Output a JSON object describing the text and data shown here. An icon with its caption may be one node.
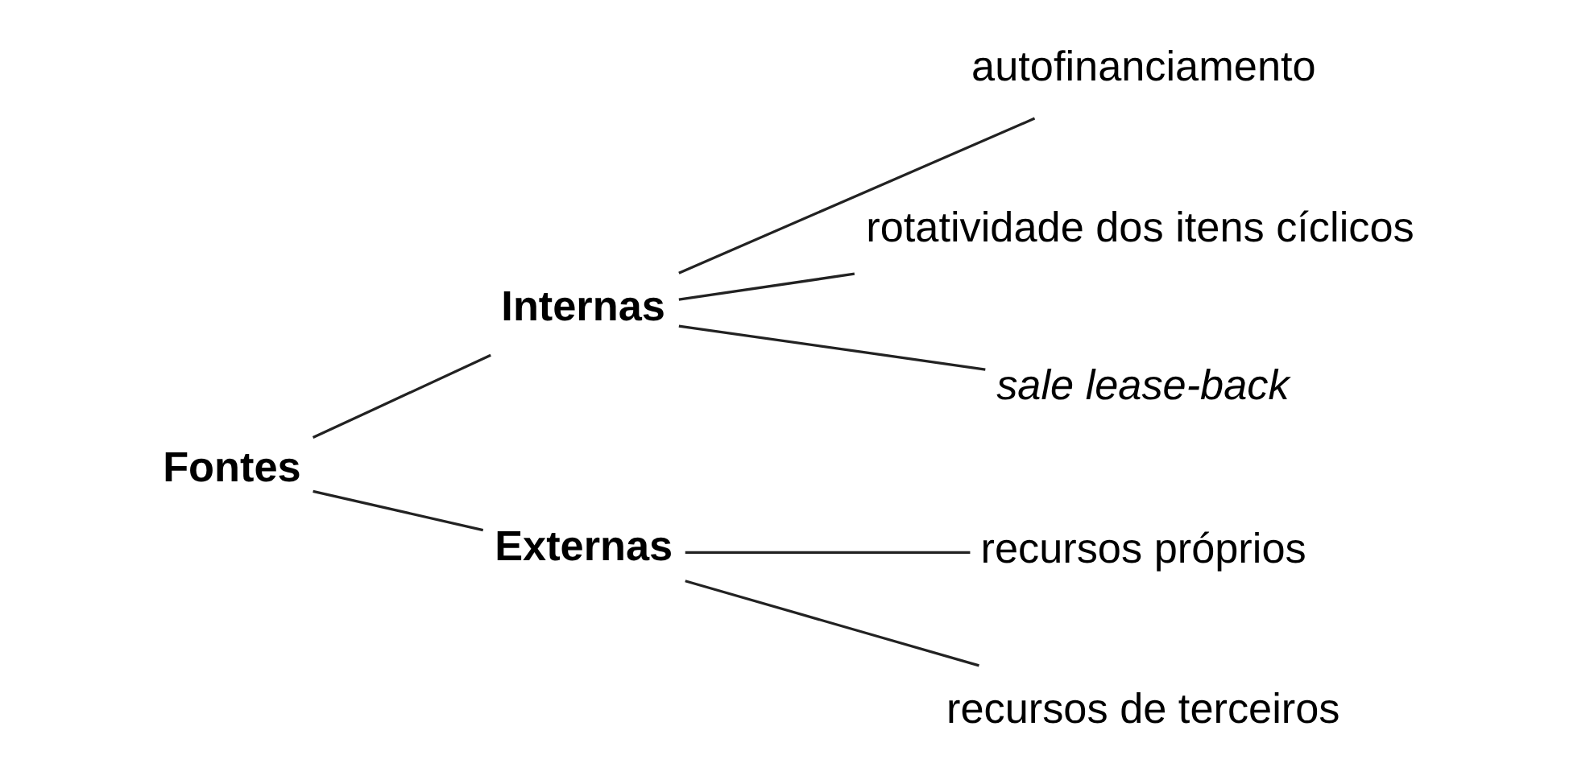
{
  "diagram": {
    "nodes": [
      {
        "text": [
          "Fontes"
        ]
      },
      {
        "text": [
          "Internas"
        ]
      },
      {
        "text": [
          "Externas"
        ]
      },
      {
        "text": [
          "autofinanciamento"
        ]
      },
      {
        "text": [
          "rotatividade dos itens cíclicos"
        ]
      },
      {
        "text": [
          "sale lease-back"
        ]
      },
      {
        "text": [
          "recursos próprios"
        ]
      },
      {
        "text": [
          "recursos de terceiros"
        ]
      }
    ],
    "edges": [
      {
        "from": 0,
        "to": 1,
        "arrow": "none"
      },
      {
        "from": 0,
        "to": 2,
        "arrow": "none"
      },
      {
        "from": 1,
        "to": 3,
        "arrow": "none"
      },
      {
        "from": 1,
        "to": 4,
        "arrow": "none"
      },
      {
        "from": 1,
        "to": 5,
        "arrow": "none"
      },
      {
        "from": 2,
        "to": 6,
        "arrow": "none"
      },
      {
        "from": 2,
        "to": 7,
        "arrow": "none"
      }
    ]
  }
}
